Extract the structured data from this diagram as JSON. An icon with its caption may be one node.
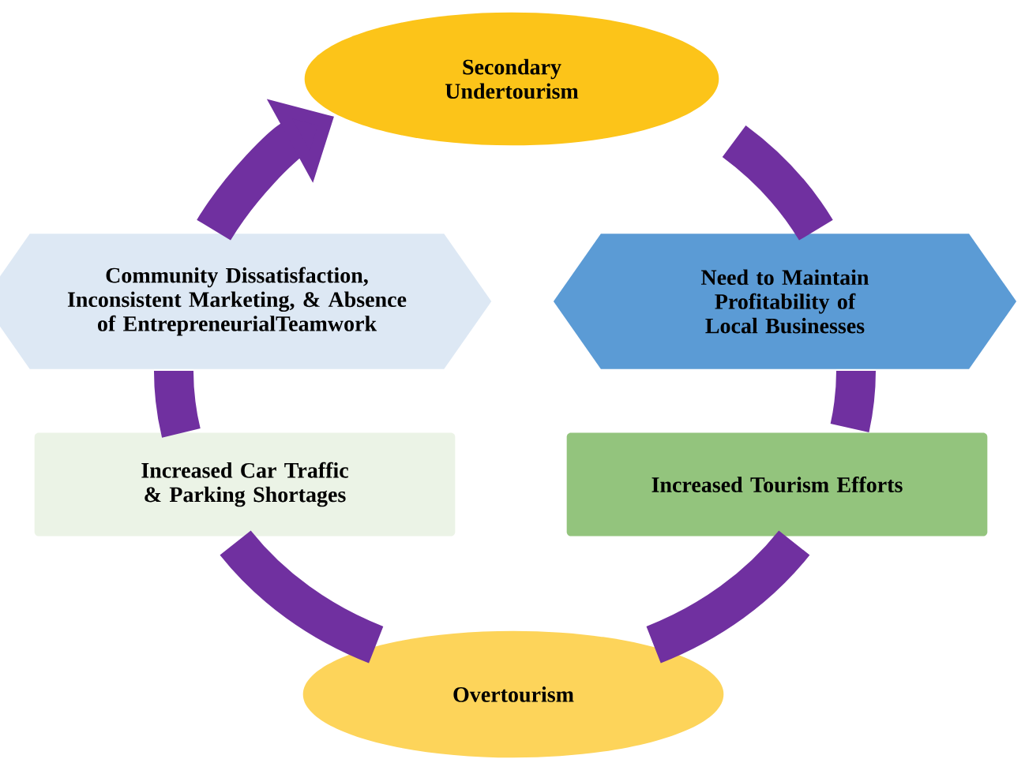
{
  "diagram": {
    "nodes": [
      {
        "text": [
          "Secondary Undertourism"
        ]
      },
      {
        "text": [
          "Community Dissatisfaction, Inconsistent Marketing, & Absence of EntrepreneurialTeamwork"
        ]
      },
      {
        "text": [
          "Need to Maintain Profitability of Local Businesses"
        ]
      },
      {
        "text": [
          "Increased Car Traffic & Parking Shortages"
        ]
      },
      {
        "text": [
          "Increased Tourism Efforts"
        ]
      },
      {
        "text": [
          "Overtourism"
        ]
      }
    ],
    "edges": [
      {
        "from": 0,
        "to": 2,
        "arrow": "none"
      },
      {
        "from": 2,
        "to": 4,
        "arrow": "none"
      },
      {
        "from": 4,
        "to": 5,
        "arrow": "none"
      },
      {
        "from": 5,
        "to": 3,
        "arrow": "none"
      },
      {
        "from": 3,
        "to": 1,
        "arrow": "none"
      },
      {
        "from": 1,
        "to": 0,
        "arrow": "to"
      }
    ]
  }
}
